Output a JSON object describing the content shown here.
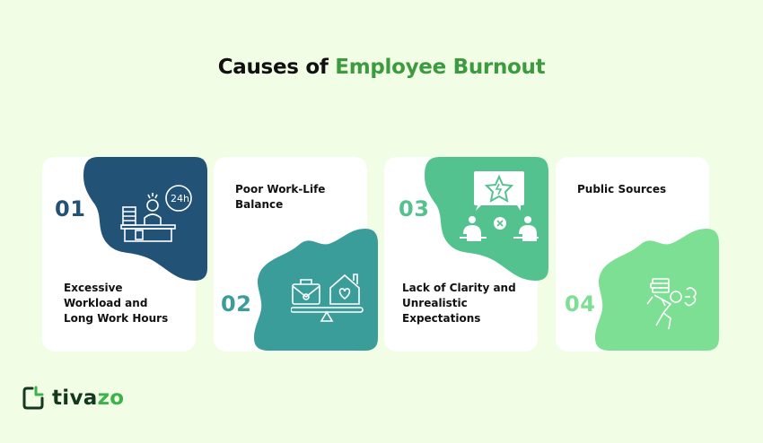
{
  "title": {
    "prefix": "Causes of",
    "accent": "Employee Burnout"
  },
  "colors": {
    "background": "#f2fde6",
    "accent": "#3c9a3f",
    "card1": "#225276",
    "card2": "#3a9d9a",
    "card3": "#54c28f",
    "card4": "#7ddf93"
  },
  "cards": [
    {
      "number": "01",
      "label_lines": [
        "Excessive",
        "Workload and",
        "Long Work Hours"
      ],
      "icon": "overworked-desk-24h-icon"
    },
    {
      "number": "02",
      "label_lines": [
        "Poor Work-Life",
        "Balance"
      ],
      "icon": "work-life-balance-scale-icon"
    },
    {
      "number": "03",
      "label_lines": [
        "Lack of Clarity and",
        "Unrealistic",
        "Expectations"
      ],
      "icon": "miscommunication-icon"
    },
    {
      "number": "04",
      "label_lines": [
        "Public Sources"
      ],
      "icon": "burden-carrying-person-icon"
    }
  ],
  "logo": {
    "text_dark": "tiva",
    "text_green": "zo"
  }
}
